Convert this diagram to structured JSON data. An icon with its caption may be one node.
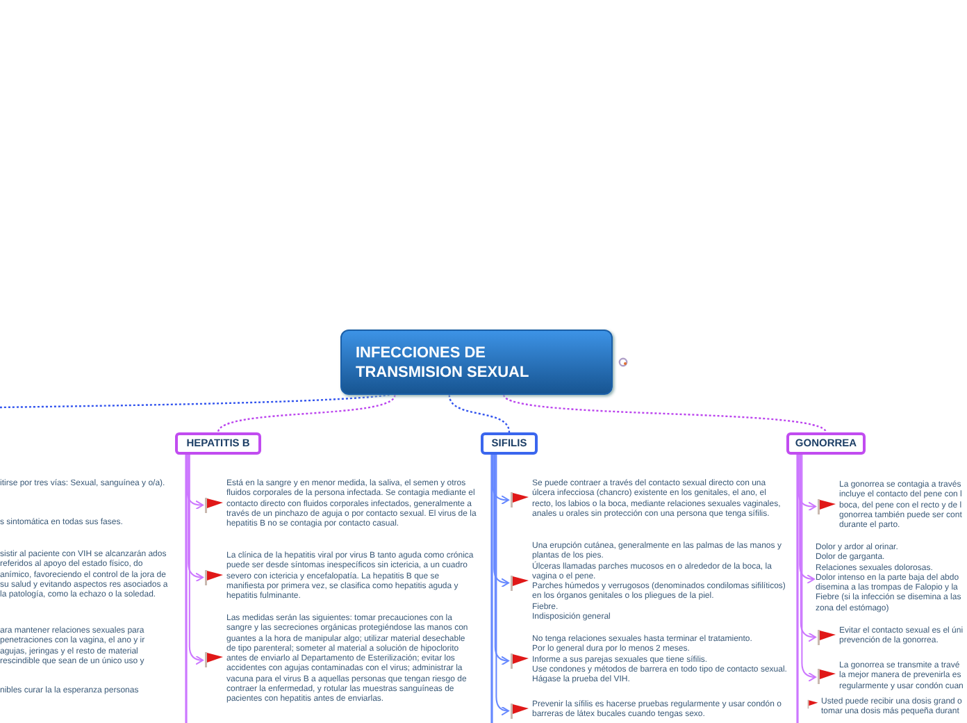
{
  "diagram": {
    "nodes": [
      {
        "text": [
          "INFECCIONES DE TRANSMISION SEXUAL"
        ]
      },
      {
        "text": [
          "HEPATITIS B"
        ]
      },
      {
        "text": [
          "SIFILIS"
        ]
      },
      {
        "text": [
          "GONORREA"
        ]
      },
      {
        "text": [
          "Está en la sangre y en menor medida, la saliva, el semen y otros fluidos corporales de la persona infectada. Se contagia mediante el contacto directo con fluidos corporales infectados, generalmente a través de un pinchazo de aguja o por contacto sexual. El virus de la hepatitis B no se contagia por contacto casual."
        ]
      },
      {
        "text": [
          "La clínica de la hepatitis viral por virus B tanto aguda como crónica puede ser desde síntomas inespecíficos sin ictericia, a un cuadro severo con ictericia y encefalopatía. La hepatitis B que se manifiesta por primera vez, se clasifica como hepatitis aguda y hepatitis fulminante."
        ]
      },
      {
        "text": [
          "Las medidas serán las siguientes: tomar precauciones con la sangre y las secreciones orgánicas protegiéndose las manos con guantes a la hora de manipular algo; utilizar material desechable de tipo parenteral; someter al material a solución de hipoclorito antes de enviarlo al Departamento de Esterilización; evitar los accidentes con agujas contaminadas con el virus; administrar la vacuna para el virus B a aquellas personas que tengan riesgo de contraer la enfermedad, y rotular las muestras sanguíneas de pacientes con hepatitis antes de enviarlas."
        ]
      },
      {
        "text": [
          "Se puede contraer a través del contacto sexual directo con una úlcera infecciosa (chancro) existente en los genitales, el ano, el recto, los labios o la boca, mediante relaciones sexuales vaginales, anales u orales sin protección con una persona que tenga sífilis."
        ]
      },
      {
        "text": [
          "Una erupción cutánea, generalmente en las palmas de las manos y plantas de los pies.",
          "Úlceras llamadas parches mucosos en o alrededor de la boca, la vagina o el pene.",
          "Parches húmedos y verrugosos (denominados condilomas sifilíticos) en los órganos genitales o los pliegues de la piel.",
          "Fiebre.",
          "Indisposición general"
        ]
      },
      {
        "text": [
          "No tenga relaciones sexuales hasta terminar el tratamiento.",
          "Por lo general dura por lo menos 2 meses.",
          "Informe a sus parejas sexuales que tiene sífilis.",
          "Use condones y métodos de barrera en todo tipo de contacto sexual.",
          "Hágase la prueba del VIH."
        ]
      },
      {
        "text": [
          "Prevenir la sífilis es hacerse pruebas regularmente y usar condón o barreras de látex bucales cuando tengas sexo."
        ]
      },
      {
        "text": [
          "La gonorrea se contagia a través incluye el contacto del pene con l boca, del pene con el recto y de l gonorrea también puede ser cont durante el parto."
        ]
      },
      {
        "text": [
          "Dolor y ardor al orinar.",
          "Dolor de garganta.",
          "Relaciones sexuales dolorosas.",
          "Dolor intenso en la parte baja del abdo disemina a las trompas de Falopio y la",
          "Fiebre (si la infección se disemina a las zona del estómago)"
        ]
      },
      {
        "text": [
          "Evitar el contacto sexual es el úni prevención de la gonorrea."
        ]
      },
      {
        "text": [
          "La gonorrea se transmite a travé la mejor manera de prevenirla es regularmente y usar condón cuan"
        ]
      },
      {
        "text": [
          "Usted puede recibir una dosis grand o tomar una dosis más pequeña durant"
        ]
      }
    ],
    "edges": [
      {
        "from": 0,
        "to": null,
        "arrow": "none",
        "style": "dashed",
        "color": "#3355ee"
      },
      {
        "from": 0,
        "to": 1,
        "arrow": "none",
        "style": "dashed",
        "color": "#bb44ee"
      },
      {
        "from": 0,
        "to": 2,
        "arrow": "none",
        "style": "dashed",
        "color": "#3355ee"
      },
      {
        "from": 0,
        "to": 3,
        "arrow": "none",
        "style": "dashed",
        "color": "#bb44ee"
      },
      {
        "from": 1,
        "to": 4,
        "arrow": "to",
        "color": "#cc77ff"
      },
      {
        "from": 1,
        "to": 5,
        "arrow": "to",
        "color": "#cc77ff"
      },
      {
        "from": 1,
        "to": 6,
        "arrow": "to",
        "color": "#cc77ff"
      },
      {
        "from": 2,
        "to": 7,
        "arrow": "to",
        "color": "#6688ff"
      },
      {
        "from": 2,
        "to": 8,
        "arrow": "to",
        "color": "#6688ff"
      },
      {
        "from": 2,
        "to": 9,
        "arrow": "to",
        "color": "#6688ff"
      },
      {
        "from": 2,
        "to": 10,
        "arrow": "to",
        "color": "#6688ff"
      },
      {
        "from": 3,
        "to": 11,
        "arrow": "to",
        "color": "#cc77ff"
      },
      {
        "from": 3,
        "to": 12,
        "arrow": "to",
        "color": "#cc77ff"
      },
      {
        "from": 3,
        "to": 13,
        "arrow": "to",
        "color": "#cc77ff"
      },
      {
        "from": 3,
        "to": 14,
        "arrow": "to",
        "color": "#cc77ff"
      }
    ],
    "labels": [
      "itirse por tres vías: Sexual, sanguínea y o/a).",
      "s sintomática en todas sus fases.",
      "sistir al paciente con VIH se alcanzarán ados referidos al apoyo del estado físico, do anímico, favoreciendo el control de la jora de su salud y evitando aspectos res asociados a la patología, como la echazo o la soledad.",
      "ara mantener relaciones sexuales para penetraciones con la vagina, el ano y ir agujas, jeringas y el resto de material rescindible que sean de un único uso y",
      "nibles curar la la esperanza personas"
    ]
  }
}
